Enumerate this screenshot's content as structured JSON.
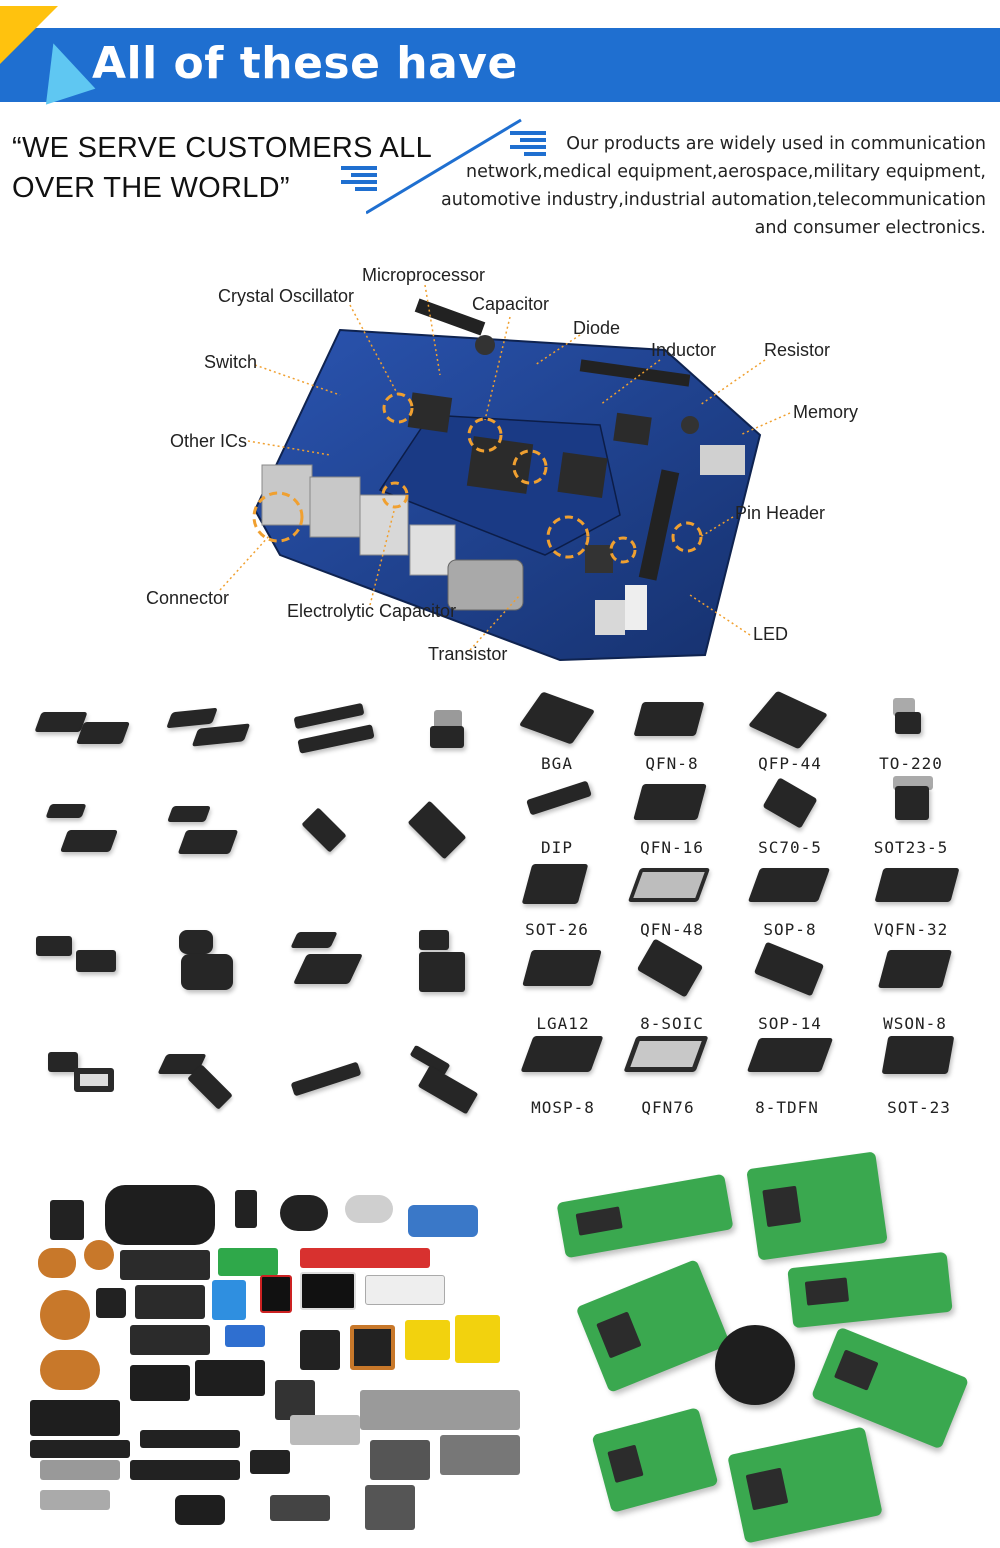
{
  "banner": {
    "title": "All of these have"
  },
  "slogan": {
    "line1": "“WE SERVE CUSTOMERS ALL",
    "line2": "OVER THE WORLD”"
  },
  "intro": {
    "lines": [
      "Our products are widely used in communication",
      "network,medical equipment,aerospace,military equipment,",
      "automotive industry,industrial automation,telecommunication",
      "and consumer electronics."
    ]
  },
  "board_labels": {
    "microprocessor": "Microprocessor",
    "crystal_oscillator": "Crystal Oscillator",
    "capacitor": "Capacitor",
    "diode": "Diode",
    "inductor": "Inductor",
    "resistor": "Resistor",
    "switch": "Switch",
    "memory": "Memory",
    "other_ics": "Other ICs",
    "pin_header": "Pin Header",
    "connector": "Connector",
    "electrolytic_capacitor": "Electrolytic Capacitor",
    "transistor": "Transistor",
    "led": "LED"
  },
  "packages": [
    [
      "BGA",
      "QFN-8",
      "QFP-44",
      "TO-220"
    ],
    [
      "DIP",
      "QFN-16",
      "SC70-5",
      "SOT23-5"
    ],
    [
      "SOT-26",
      "QFN-48",
      "SOP-8",
      "VQFN-32"
    ],
    [
      "LGA12",
      "8-SOIC",
      "SOP-14",
      "WSON-8"
    ],
    [
      "MOSP-8",
      "QFN76",
      "8-TDFN",
      "SOT-23"
    ]
  ],
  "colors": {
    "banner_blue": "#1f6fd0",
    "accent_yellow": "#ffc20e",
    "accent_cyan": "#5fc7f2",
    "board_blue": "#1d3f8f",
    "callout_orange": "#f0a030",
    "pcb_green": "#3aa84f"
  }
}
